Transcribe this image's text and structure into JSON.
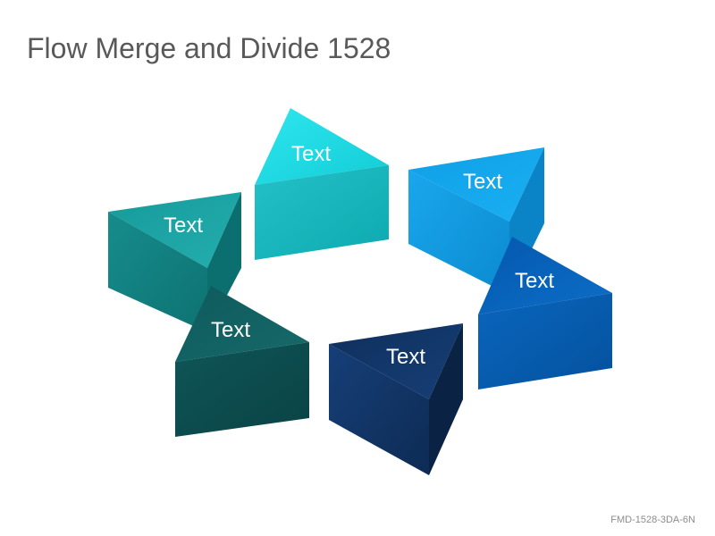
{
  "title": "Flow Merge and Divide 1528",
  "footer_code": "FMD-1528-3DA-6N",
  "prisms": [
    {
      "label": "Text",
      "color": "#1fbfc6"
    },
    {
      "label": "Text",
      "color": "#1c9fe0"
    },
    {
      "label": "Text",
      "color": "#1f9c9c"
    },
    {
      "label": "Text",
      "color": "#0a63b8"
    },
    {
      "label": "Text",
      "color": "#0f5a5c"
    },
    {
      "label": "Text",
      "color": "#12386a"
    }
  ]
}
